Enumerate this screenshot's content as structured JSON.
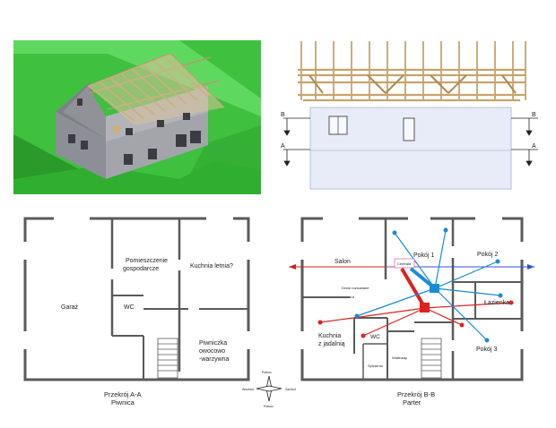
{
  "colors": {
    "grass": "#3fc03f",
    "grass_dark": "#2a9a2a",
    "wall": "#8d8f96",
    "roof_wood": "#d8c29a",
    "elevation_wall": "#e8ecf8",
    "wall_plan": "#5a5a5a",
    "vent_red": "#e02020",
    "vent_blue": "#1a8ad8",
    "salon_arrow_red": "#d02020",
    "salon_arrow_blue": "#3050d0"
  },
  "elevation": {
    "marker_b": "B",
    "marker_a": "A"
  },
  "plan_left": {
    "rooms": {
      "garage": "Garaż",
      "utility": "Pomieszczenie gospodarcze",
      "summer_kitchen": "Kuchnia letnia?",
      "wc": "WC",
      "cellar": "Piwniczka owocowo -warzywna"
    },
    "caption_line1": "Przekrój A-A",
    "caption_line2": "Piwnica"
  },
  "compass": {
    "north": "Północ",
    "south": "Północ",
    "west": "Wschód",
    "east": "Zachód"
  },
  "plan_right": {
    "rooms": {
      "salon": "Salon",
      "pokoj1": "Pokój 1",
      "pokoj2": "Pokój 2",
      "lazienka": "Łazienka",
      "pokoj3": "Pokój 3",
      "kuchnia": "Kuchnia z jadalnią",
      "wc": "WC",
      "drzwi": "Drzwi rozsuwane",
      "spizarnia": "Spiżarnia",
      "wiatrolap": "Wiatrołap",
      "central": "Centrala"
    },
    "caption_line1": "Przekrój B-B",
    "caption_line2": "Parter"
  }
}
